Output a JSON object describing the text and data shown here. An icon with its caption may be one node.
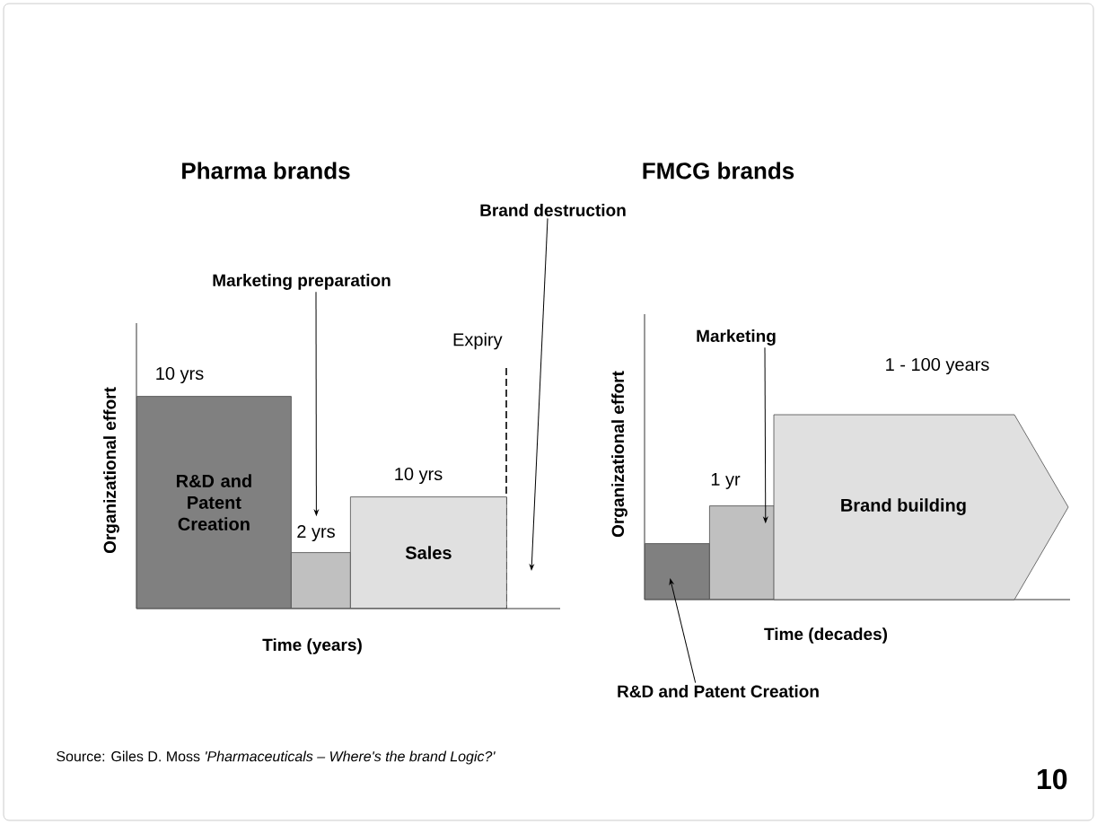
{
  "diagram": {
    "caption": "Source: Giles D. Moss *'Pharmaceuticals – Where's the brand Logic?'*",
    "nodes": [
      {
        "text": [
          "R&D and Patent Creation"
        ],
        "beside": [
          "10 yrs"
        ]
      },
      {
        "text": [],
        "shape": "box",
        "beside": [
          "2 yrs"
        ]
      },
      {
        "text": [
          "Sales"
        ],
        "beside": [
          "10 yrs"
        ]
      },
      {
        "text": [
          "Marketing preparation"
        ]
      },
      {
        "text": [
          "Brand destruction"
        ]
      },
      {
        "text": [],
        "shape": "box"
      },
      {
        "text": [],
        "shape": "box",
        "beside": [
          "1 yr"
        ]
      },
      {
        "text": [
          "Brand building"
        ],
        "beside": [
          "1  - 100 years"
        ]
      },
      {
        "text": [
          "Marketing"
        ]
      },
      {
        "text": [
          "R&D and Patent Creation"
        ]
      }
    ],
    "edges": [
      {
        "from": 3,
        "to": 1,
        "arrow": "to"
      },
      {
        "from": 4,
        "to": null,
        "arrow": "to"
      },
      {
        "from": 8,
        "to": 6,
        "arrow": "to"
      },
      {
        "from": 9,
        "to": 5,
        "arrow": "to"
      }
    ],
    "labels": [
      "Pharma brands",
      "FMCG brands",
      "Expiry",
      "Organizational effort",
      "Time (years)",
      "Organizational effort",
      "Time (decades)",
      "10"
    ]
  }
}
